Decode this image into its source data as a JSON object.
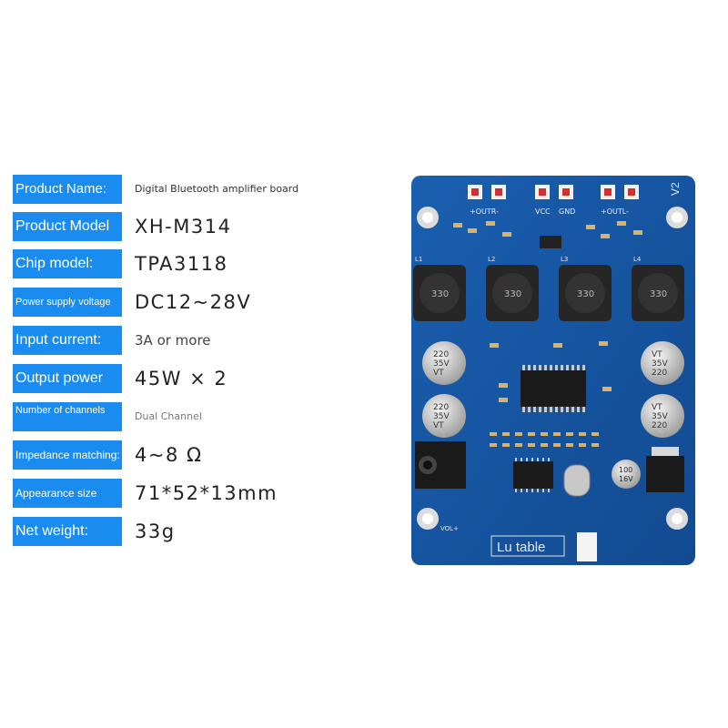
{
  "specs": [
    {
      "label": "Product Name:",
      "value": "Digital Bluetooth amplifier board"
    },
    {
      "label": "Product Model",
      "value": "XH-M314"
    },
    {
      "label": "Chip model:",
      "value": "TPA3118"
    },
    {
      "label": "Power supply voltage",
      "value": "DC12~28V"
    },
    {
      "label": "Input current:",
      "value": "3A or more"
    },
    {
      "label": "Output power",
      "value": "45W × 2"
    },
    {
      "label": "Number of channels",
      "value": "Dual Channel"
    },
    {
      "label": "Impedance matching:",
      "value": "4~8 Ω"
    },
    {
      "label": "Appearance size",
      "value": "71*52*13mm"
    },
    {
      "label": "Net weight:",
      "value": "33g"
    }
  ],
  "board": {
    "version": "V2",
    "inductor_code": "330",
    "capacitor_left": [
      "220",
      "35V",
      "VT"
    ],
    "capacitor_right": [
      "220",
      "35V",
      "VT"
    ],
    "capacitor_small": [
      "100",
      "16V"
    ],
    "pins": [
      "+OUTR-",
      "VCC",
      "GND",
      "+OUTL-"
    ],
    "ports": [
      "L1",
      "L2",
      "L3",
      "L4"
    ],
    "vol_label": "VOL+",
    "watermark": "Lu table"
  }
}
